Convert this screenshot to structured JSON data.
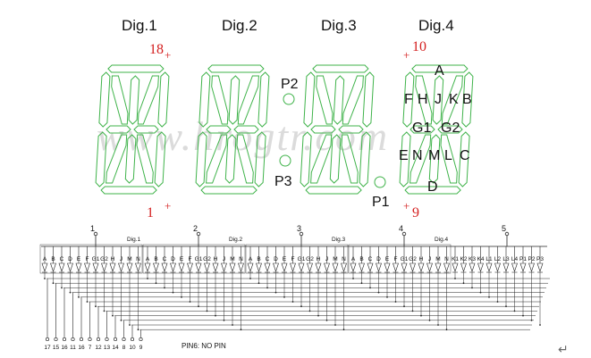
{
  "digits": [
    {
      "title": "Dig.1"
    },
    {
      "title": "Dig.2"
    },
    {
      "title": "Dig.3"
    },
    {
      "title": "Dig.4"
    }
  ],
  "pin_labels": {
    "top_left_num": "18",
    "top_right_num": "10",
    "bottom_left_num": "1",
    "bottom_right_num": "9",
    "plus": "+"
  },
  "decimal_points": [
    "P2",
    "P3",
    "P1"
  ],
  "segment_letters": [
    "A",
    "F",
    "H",
    "J",
    "K",
    "B",
    "G1",
    "G2",
    "E",
    "N",
    "M",
    "L",
    "C",
    "D"
  ],
  "watermark": "www.hrogtr.com",
  "schematic": {
    "commons": [
      "1",
      "2",
      "3",
      "4",
      "5"
    ],
    "digit_labels": [
      "Dig.1",
      "Dig.2",
      "Dig.3",
      "Dig.4"
    ],
    "segments": [
      "A",
      "B",
      "C",
      "D",
      "E",
      "F",
      "G1",
      "G2",
      "H",
      "J",
      "M",
      "N"
    ],
    "extra_segments": [
      "K1",
      "K2",
      "K3",
      "K4",
      "L1",
      "L2",
      "L3",
      "L4",
      "P1",
      "P2",
      "P3"
    ],
    "bottom_pins": [
      "17",
      "15",
      "16",
      "11",
      "16",
      "7",
      "12",
      "13",
      "14",
      "8",
      "10",
      "9"
    ],
    "note": "PIN6: NO PIN"
  },
  "colors": {
    "segment_stroke": "#3fb34a",
    "label_red": "#d42020"
  }
}
